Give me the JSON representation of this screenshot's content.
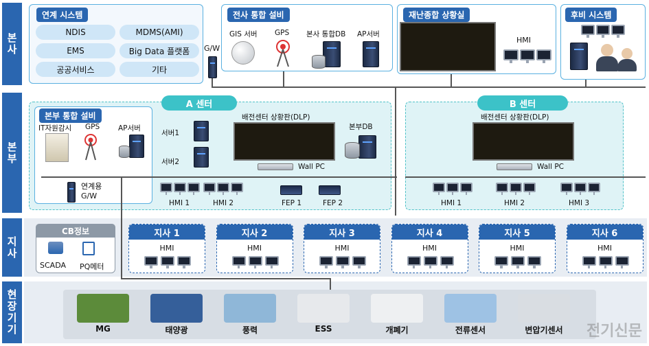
{
  "side_labels": {
    "hq": "본사",
    "branch_hq": "본부",
    "branch": "지사",
    "field": "현장기기"
  },
  "hq": {
    "linked_systems": {
      "title": "연계 시스템",
      "items": [
        "NDIS",
        "MDMS(AMI)",
        "EMS",
        "Big Data 플랫폼",
        "공공서비스",
        "기타"
      ]
    },
    "gw_label": "G/W",
    "integrated_equipment": {
      "title": "전사 통합 설비",
      "items": [
        "GIS 서버",
        "GPS",
        "본사 통합DB",
        "AP서버"
      ]
    },
    "disaster_room": {
      "title": "재난종합 상황실",
      "hmi_label": "HMI"
    },
    "backup_system": {
      "title": "후비 시스템"
    }
  },
  "branch_hq": {
    "integrated_equipment": {
      "title": "본부 통합 설비",
      "items": [
        "IT자원감시",
        "GPS",
        "AP서버"
      ],
      "gw_label": "연계용\nG/W"
    },
    "center_a": {
      "title": "A 센터",
      "servers": [
        "서버1",
        "서버2"
      ],
      "dlp_label": "배전센터 상황판(DLP)",
      "db_label": "본부DB",
      "wallpc_label": "Wall PC",
      "hmi": [
        "HMI 1",
        "HMI 2"
      ],
      "fep": [
        "FEP 1",
        "FEP 2"
      ]
    },
    "center_b": {
      "title": "B 센터",
      "dlp_label": "배전센터 상황판(DLP)",
      "wallpc_label": "Wall PC",
      "hmi": [
        "HMI 1",
        "HMI 2",
        "HMI 3"
      ]
    }
  },
  "branch": {
    "cb_info": {
      "title": "CB정보",
      "items": [
        "SCADA",
        "PQ메터"
      ]
    },
    "offices": [
      {
        "name": "지사 1",
        "hmi": "HMI"
      },
      {
        "name": "지사 2",
        "hmi": "HMI"
      },
      {
        "name": "지사 3",
        "hmi": "HMI"
      },
      {
        "name": "지사 4",
        "hmi": "HMI"
      },
      {
        "name": "지사 5",
        "hmi": "HMI"
      },
      {
        "name": "지사 6",
        "hmi": "HMI"
      }
    ]
  },
  "field_devices": [
    "MG",
    "태양광",
    "풍력",
    "ESS",
    "개폐기",
    "전류센서",
    "변압기센서"
  ],
  "watermark": "전기신문",
  "colors": {
    "primary_blue": "#2a66b0",
    "teal": "#3cc2c8",
    "light_blue": "#cfe6f7"
  }
}
